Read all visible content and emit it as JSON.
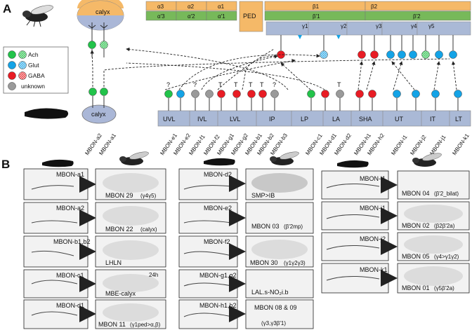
{
  "panel_labels": {
    "a": "A",
    "b": "B"
  },
  "calyx_label": "calyx",
  "larval_calyx_label": "calyx",
  "ped_label": "PED",
  "alpha_lobes": [
    "α3",
    "α2",
    "α1"
  ],
  "alpha_prime_lobes": [
    "α'3",
    "α'2",
    "α'1"
  ],
  "beta_lobes": [
    "β1",
    "β2"
  ],
  "beta_prime_lobes": [
    "β'1",
    "β'2"
  ],
  "gamma_lobes": [
    "γ1",
    "γ2",
    "γ3",
    "γ4",
    "γ5"
  ],
  "legend": {
    "items": [
      {
        "label": "Ach",
        "color": "#22c34a"
      },
      {
        "label": "Glut",
        "color": "#14a3e6"
      },
      {
        "label": "GABA",
        "color": "#e81c24"
      },
      {
        "label": "unknown",
        "color": "#9a9a9a"
      }
    ]
  },
  "colors": {
    "orange": "#f5b968",
    "green": "#77b95a",
    "blue_compartment": "#aab9d6",
    "calyx_blue": "#aab7d7"
  },
  "larval_compartments": [
    "UVL",
    "IVL",
    "LVL",
    "IP",
    "LP",
    "LA",
    "SHA",
    "UT",
    "IT",
    "LT"
  ],
  "mbon_labels": [
    "MBON-a2",
    "MBON-a1",
    "MBON-e1",
    "MBON-e2",
    "MBON-f1",
    "MBON-f2",
    "MBON-g1",
    "MBON-g2",
    "MBON-b1",
    "MBON-b2",
    "MBON-b3",
    "MBON-c1",
    "MBON-d1",
    "MBON-d2",
    "MBON-h1",
    "MBON-h2",
    "MBON-i1",
    "MBON-j2",
    "MBON-j1",
    "MBON-k1"
  ],
  "panel_b": {
    "col1": [
      {
        "larva": "MBON-a1",
        "adult": "MBON 29",
        "adult_note": "(γ4γ5)"
      },
      {
        "larva": "MBON-a2",
        "adult": "MBON 22",
        "adult_note": "(calyx)"
      },
      {
        "larva": "MBON-b1,b2",
        "adult": "LHLN",
        "adult_note": ""
      },
      {
        "larva": "MBON-c1",
        "adult": "MBE-calyx",
        "adult_note": "24h"
      },
      {
        "larva": "MBON-d1",
        "adult": "MBON 11",
        "adult_note": "(γ1ped>α,β)"
      }
    ],
    "col2": [
      {
        "larva": "MBON-d2",
        "adult": "SMP>IB",
        "adult_note": ""
      },
      {
        "larva": "MBON-e2",
        "adult": "MBON 03",
        "adult_note": "(β'2mp)"
      },
      {
        "larva": "MBON-f2",
        "adult": "MBON 30",
        "adult_note": "(γ1γ2γ3)"
      },
      {
        "larva": "MBON-g1,g2",
        "adult": "LAL.s-NO₂i.b",
        "adult_note": ""
      },
      {
        "larva": "MBON-h1,h2",
        "adult": "MBON 08 & 09",
        "adult_note": "(γ3,γ3β'1)"
      }
    ],
    "col3": [
      {
        "larva": "MBON-i1",
        "adult": "MBON 04",
        "adult_note": "(β'2_bilat)"
      },
      {
        "larva": "MBON-j1",
        "adult": "MBON 02",
        "adult_note": "(β2β'2a)"
      },
      {
        "larva": "MBON-j2",
        "adult": "MBON 05",
        "adult_note": "(γ4>γ1γ2)"
      },
      {
        "larva": "MBON-k1",
        "adult": "MBON 01",
        "adult_note": "(γ5β'2a)"
      }
    ]
  }
}
